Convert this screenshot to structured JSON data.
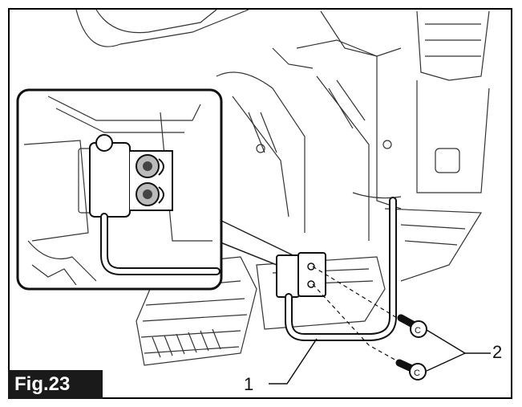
{
  "figure": {
    "label": "Fig.23",
    "callouts": [
      {
        "id": "1",
        "text": "1"
      },
      {
        "id": "2",
        "text": "2"
      }
    ]
  }
}
